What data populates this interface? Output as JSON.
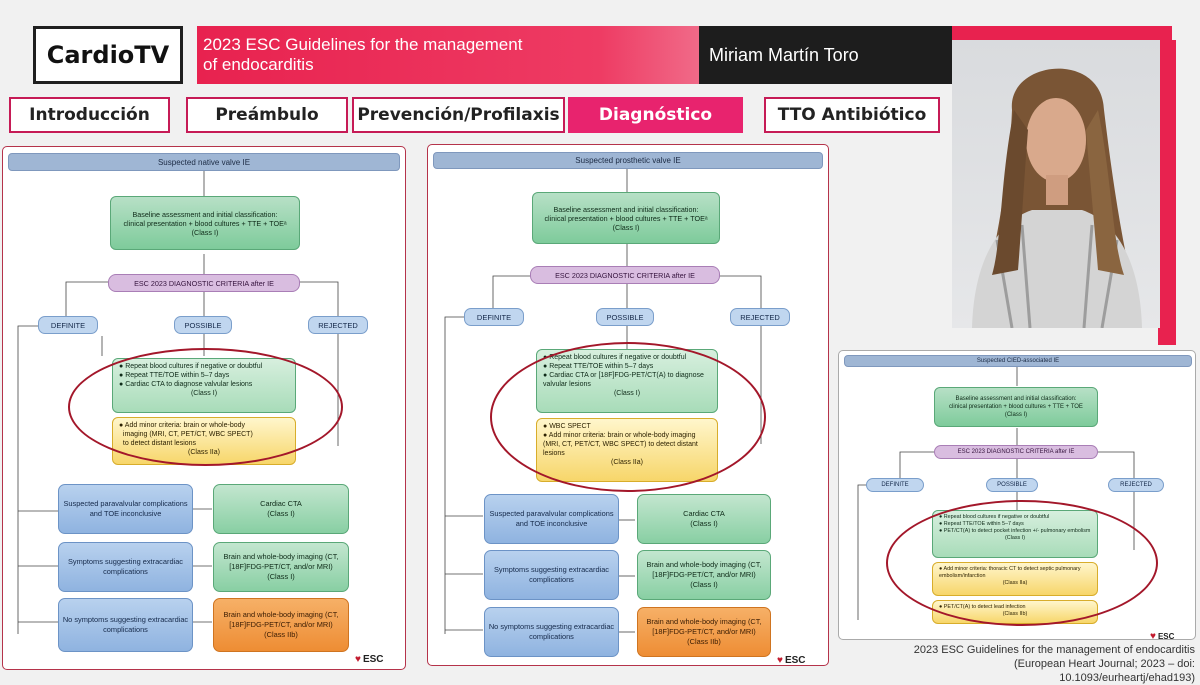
{
  "header": {
    "logo": "CardioTV",
    "title_line1": "2023 ESC Guidelines for the management",
    "title_line2": "of endocarditis",
    "speaker": "Miriam Martín Toro"
  },
  "nav": [
    {
      "label": "Introducción"
    },
    {
      "label": "Preámbulo"
    },
    {
      "label": "Prevención/Profilaxis"
    },
    {
      "label": "Diagnóstico"
    },
    {
      "label": "TTO Antibiótico"
    }
  ],
  "native": {
    "header": "Suspected native valve IE",
    "baseline": [
      "Baseline assessment and initial classification:",
      "clinical presentation + blood cultures + TTE + TOEᵃ",
      "(Class I)"
    ],
    "criteria": "ESC 2023 DIAGNOSTIC CRITERIA after IE",
    "definite": "DEFINITE",
    "possible": "POSSIBLE",
    "rejected": "REJECTED",
    "green_bullets": [
      "Repeat blood cultures if negative or doubtful",
      "Repeat TTE/TOE within 5–7 days",
      "Cardiac CTA to diagnose valvular lesions"
    ],
    "green_class": "(Class I)",
    "yellow_lines": [
      "Add minor criteria: brain or whole-body",
      "imaging (MRI, CT, PET/CT, WBC SPECT)",
      "to detect distant lesions"
    ],
    "yellow_class": "(Class IIa)",
    "left": [
      "Suspected paravalvular complications and TOE inconclusive",
      "Symptoms suggesting extracardiac complications",
      "No symptoms suggesting extracardiac complications"
    ],
    "right": [
      {
        "line1": "Cardiac CTA",
        "line2": "(Class I)"
      },
      {
        "line1": "Brain and whole-body imaging (CT, [18F]FDG-PET/CT, and/or MRI)",
        "line2": "(Class I)"
      },
      {
        "line1": "Brain and whole-body imaging (CT, [18F]FDG-PET/CT, and/or MRI)",
        "line2": "(Class IIb)"
      }
    ],
    "esc": "ESC"
  },
  "prosthetic": {
    "header": "Suspected prosthetic valve IE",
    "baseline": [
      "Baseline assessment and initial classification:",
      "clinical presentation + blood cultures + TTE + TOEᵃ",
      "(Class I)"
    ],
    "criteria": "ESC 2023 DIAGNOSTIC CRITERIA after IE",
    "definite": "DEFINITE",
    "possible": "POSSIBLE",
    "rejected": "REJECTED",
    "green_bullets": [
      "Repeat blood cultures if negative or doubtful",
      "Repeat TTE/TOE within 5–7 days",
      "Cardiac CTA or [18F]FDG-PET/CT(A) to diagnose valvular lesions"
    ],
    "green_class": "(Class I)",
    "yellow_bullets": [
      "WBC SPECT",
      "Add minor criteria: brain or whole-body imaging (MRI, CT, PET/CT, WBC SPECT) to detect distant lesions"
    ],
    "yellow_class": "(Class IIa)",
    "left": [
      "Suspected paravalvular complications and TOE inconclusive",
      "Symptoms suggesting extracardiac complications",
      "No symptoms suggesting extracardiac complications"
    ],
    "right": [
      {
        "line1": "Cardiac CTA",
        "line2": "(Class I)"
      },
      {
        "line1": "Brain and whole-body imaging (CT, [18F]FDG-PET/CT, and/or MRI)",
        "line2": "(Class I)"
      },
      {
        "line1": "Brain and whole-body imaging (CT, [18F]FDG-PET/CT, and/or MRI)",
        "line2": "(Class IIb)"
      }
    ],
    "esc": "ESC"
  },
  "cied": {
    "header": "Suspected CIED-associated IE",
    "baseline": [
      "Baseline assessment and initial classification:",
      "clinical presentation + blood cultures + TTE + TOE",
      "(Class I)"
    ],
    "criteria": "ESC 2023 DIAGNOSTIC CRITERIA after IE",
    "definite": "DEFINITE",
    "possible": "POSSIBLE",
    "rejected": "REJECTED",
    "green_bullets": [
      "Repeat blood cultures if negative or doubtful",
      "Repeat TTE/TOE within 5–7 days",
      "PET/CT(A) to detect pocket infection +/- pulmonary embolism"
    ],
    "green_class": "(Class I)",
    "yellow_bullets": [
      "Add minor criteria: thoracic CT to detect septic pulmonary embolism/infarction"
    ],
    "yellow_class": "(Class IIa)",
    "yellow2_bullets": [
      "PET/CT(A) to detect lead infection"
    ],
    "yellow2_class": "(Class IIb)",
    "esc": "ESC"
  },
  "citation": {
    "line1": "2023 ESC Guidelines for the management of endocarditis",
    "line2": "(European Heart Journal; 2023 – doi: 10.1093/eurheartj/ehad193)"
  }
}
